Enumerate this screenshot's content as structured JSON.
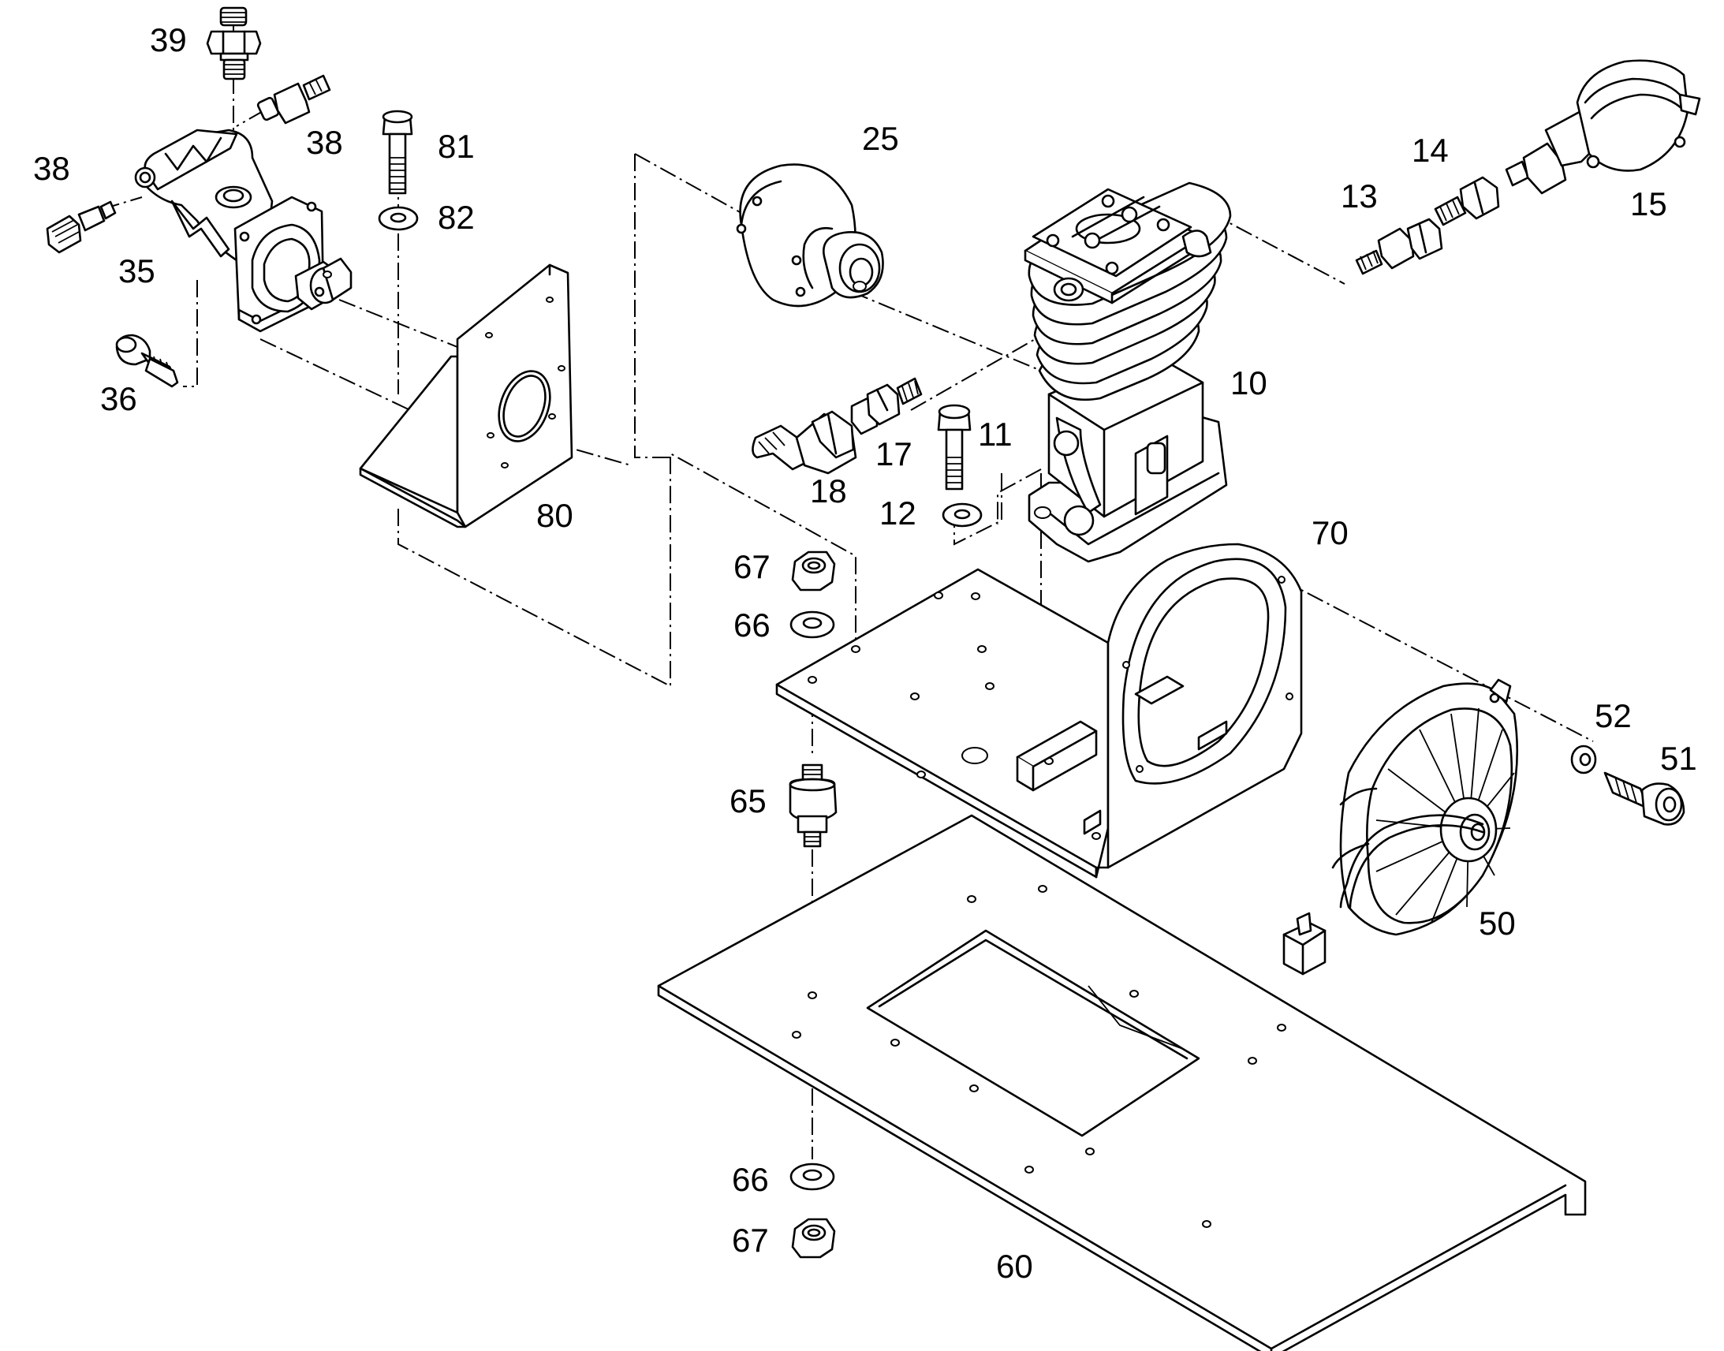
{
  "diagram": {
    "labels": {
      "p10": "10",
      "p11": "11",
      "p12": "12",
      "p13": "13",
      "p14": "14",
      "p15": "15",
      "p17": "17",
      "p18": "18",
      "p25": "25",
      "p35": "35",
      "p36": "36",
      "p38a": "38",
      "p38b": "38",
      "p39": "39",
      "p50": "50",
      "p51": "51",
      "p52": "52",
      "p60": "60",
      "p65": "65",
      "p66a": "66",
      "p66b": "66",
      "p67a": "67",
      "p67b": "67",
      "p70": "70",
      "p80": "80",
      "p81": "81",
      "p82": "82"
    }
  }
}
